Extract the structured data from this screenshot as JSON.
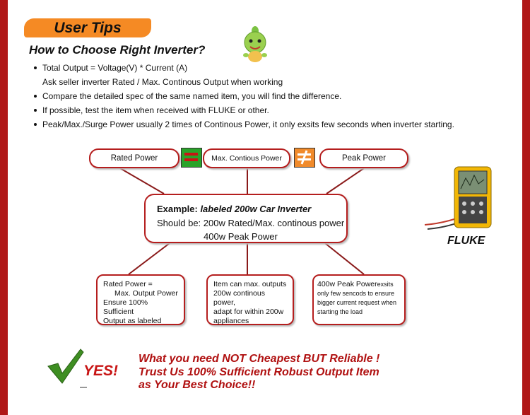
{
  "header": {
    "tab_label": "User Tips",
    "heading": "How to Choose Right Inverter?"
  },
  "tips": [
    {
      "text": "Total Output = Voltage(V) * Current (A)",
      "bullet": true
    },
    {
      "text": "Ask seller inverter Rated / Max. Continous Output when working",
      "bullet": false
    },
    {
      "text": "Compare the detailed spec of the same named item, you will find the difference.",
      "bullet": true
    },
    {
      "text": "If possible, test the item when received with FLUKE or other.",
      "bullet": true
    },
    {
      "text": "Peak/Max./Surge Power usually 2 times of Continous Power, it only exsits few seconds when inverter starting.",
      "bullet": true
    }
  ],
  "diagram": {
    "top_labels": [
      "Rated Power",
      "Max. Contious Power",
      "Peak Power"
    ],
    "example": {
      "label_bold": "Example:",
      "label_italic": "labeled 200w Car Inverter",
      "line2": "Should be: 200w Rated/Max. continous power",
      "line3": "400w Peak Power"
    },
    "box1": {
      "lines": [
        "Rated Power =",
        "Max. Output Power",
        "Ensure 100% Sufficient",
        "Output as labeled"
      ]
    },
    "box2": {
      "lines": [
        "Item can max. outputs",
        "200w continous power,",
        "adapt for within 200w",
        "appliances"
      ]
    },
    "box3": {
      "lead": "400w Peak Power",
      "lead_tail": "exsits",
      "lines": [
        "only few sencods to ensure",
        "bigger current request when",
        "starting the load"
      ]
    }
  },
  "meter_label": "FLUKE",
  "footer": {
    "yes": "YES!",
    "slogan": [
      "What you need NOT Cheapest BUT Reliable !",
      "Trust Us 100% Sufficient Robust Output Item",
      "as Your Best Choice!!"
    ]
  },
  "colors": {
    "frame": "#b01818",
    "accent_orange": "#f58a24",
    "equal_green": "#29a329",
    "box_border": "#b51e1e",
    "slogan_red": "#b01010"
  }
}
